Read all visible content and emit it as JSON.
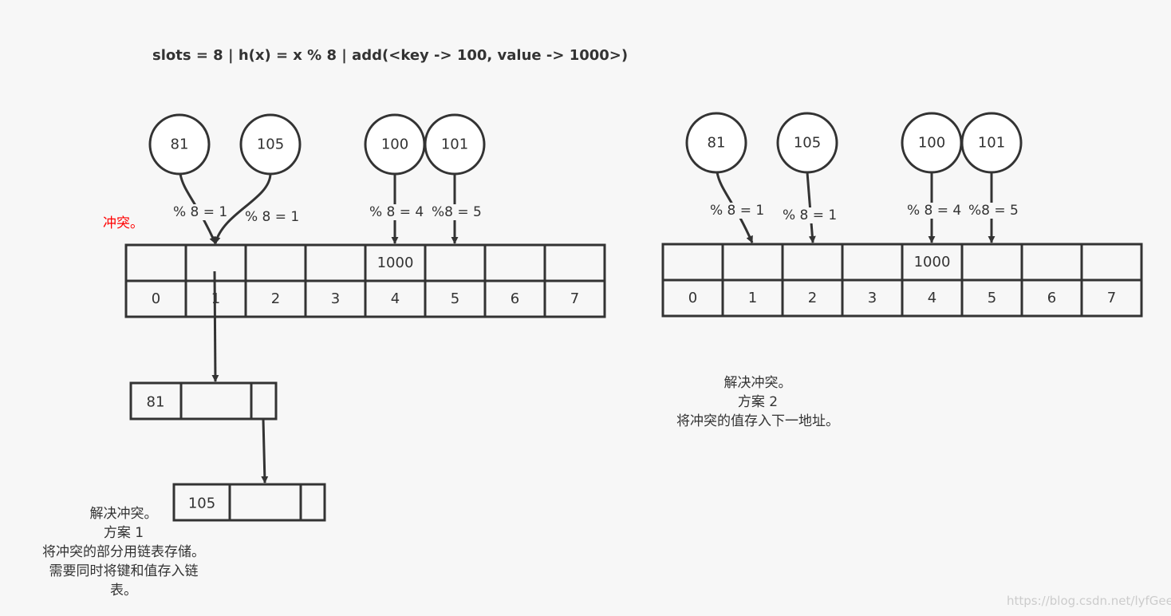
{
  "title": "slots = 8 | h(x) = x % 8 | add(<key -> 100, value -> 1000>)",
  "colors": {
    "stroke": "#333333",
    "conflict": "#ff0000",
    "background": "#f7f7f7",
    "watermark": "#cccccc"
  },
  "left": {
    "conflict_label": "冲突。",
    "keys": [
      "81",
      "105",
      "100",
      "101"
    ],
    "arrow_labels": [
      "% 8 = 1",
      "% 8 = 1",
      "% 8 = 4",
      "%8 = 5"
    ],
    "values_row": [
      "",
      "",
      "",
      "",
      "1000",
      "",
      "",
      ""
    ],
    "index_row": [
      "0",
      "1",
      "2",
      "3",
      "4",
      "5",
      "6",
      "7"
    ],
    "chain_nodes": [
      "81",
      "105"
    ],
    "note": [
      "解决冲突。",
      "方案 1",
      "将冲突的部分用链表存储。",
      "需要同时将键和值存入链",
      "表。"
    ]
  },
  "right": {
    "keys": [
      "81",
      "105",
      "100",
      "101"
    ],
    "arrow_labels": [
      "% 8 = 1",
      "% 8 = 1",
      "% 8 = 4",
      "%8 = 5"
    ],
    "values_row": [
      "",
      "",
      "",
      "",
      "1000",
      "",
      "",
      ""
    ],
    "index_row": [
      "0",
      "1",
      "2",
      "3",
      "4",
      "5",
      "6",
      "7"
    ],
    "note": [
      "解决冲突。",
      "方案 2",
      "将冲突的值存入下一地址。"
    ]
  },
  "watermark": "https://blog.csdn.net/lyfGeek"
}
